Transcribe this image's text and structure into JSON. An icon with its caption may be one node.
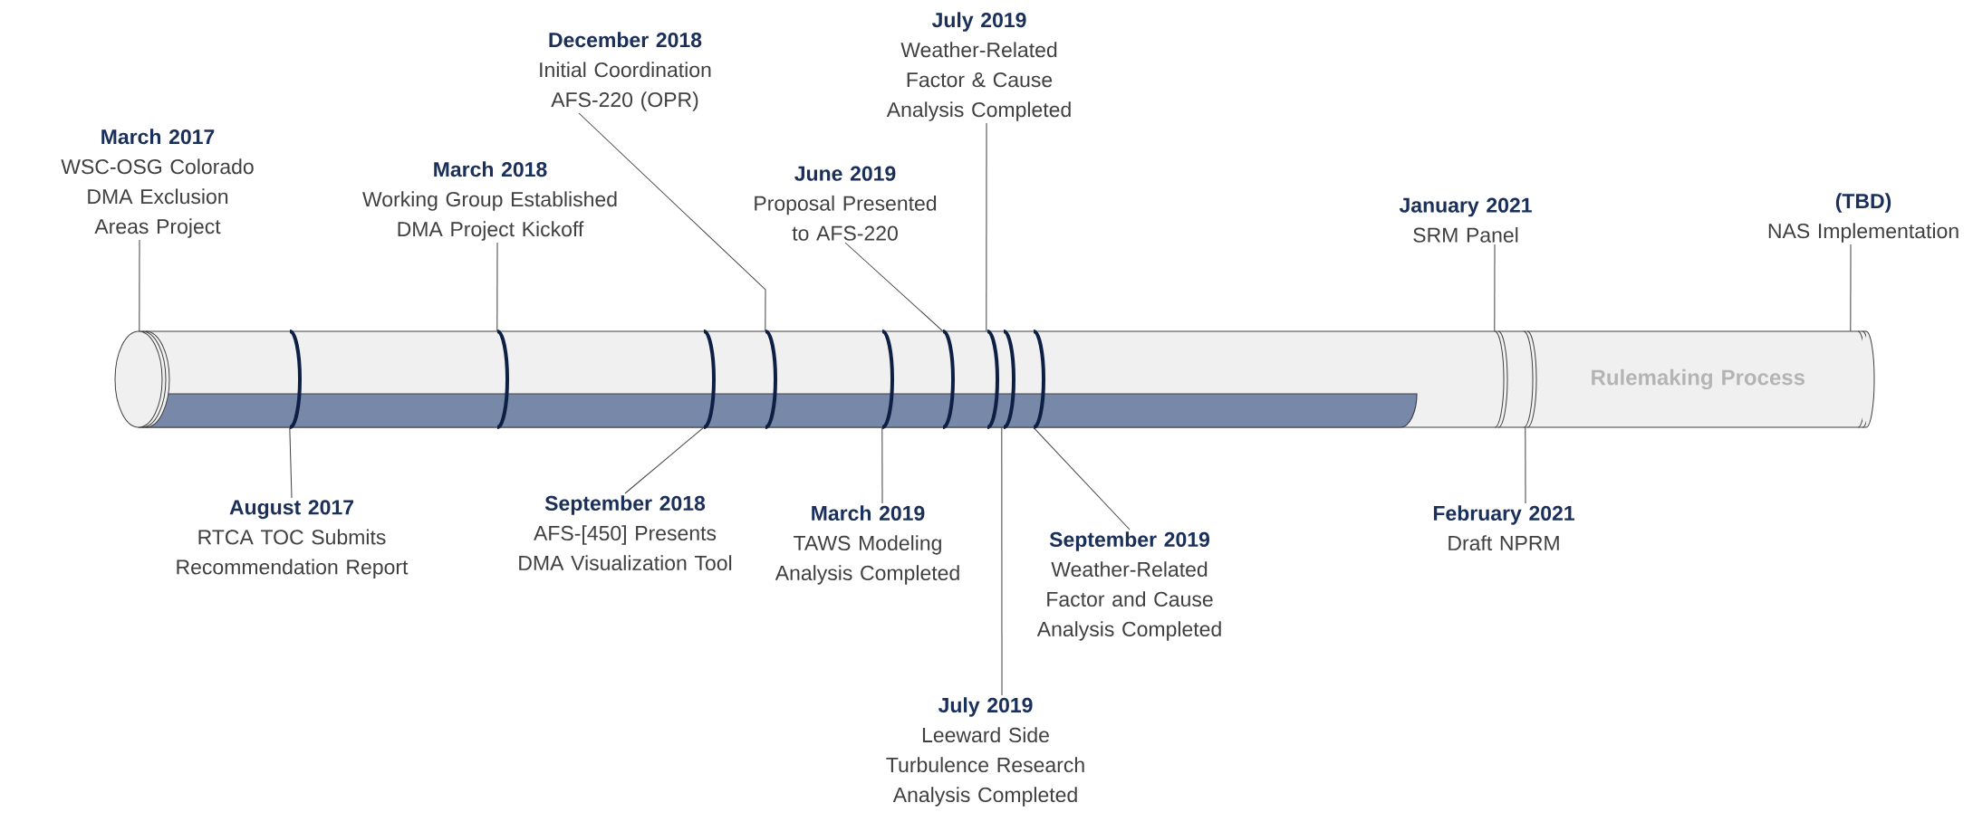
{
  "diagram": {
    "nodes": [
      {
        "text": [
          "Rulemaking Process"
        ]
      },
      {
        "text": [
          "March 2017",
          "WSC-OSG Colorado DMA Exclusion Areas Project"
        ]
      },
      {
        "text": [
          "August 2017",
          "RTCA TOC Submits Recommendation Report"
        ]
      },
      {
        "text": [
          "March 2018",
          "Working Group Established DMA Project Kickoff"
        ]
      },
      {
        "text": [
          "September 2018",
          "AFS-[450] Presents DMA Visualization Tool"
        ]
      },
      {
        "text": [
          "December 2018",
          "Initial Coordination AFS-220 (OPR)"
        ]
      },
      {
        "text": [
          "March 2019",
          "TAWS Modeling Analysis Completed"
        ]
      },
      {
        "text": [
          "June 2019",
          "Proposal Presented to AFS-220"
        ]
      },
      {
        "text": [
          "July 2019",
          "Weather-Related Factor & Cause Analysis Completed"
        ]
      },
      {
        "text": [
          "September 2019",
          "Weather-Related Factor and Cause Analysis Completed"
        ]
      },
      {
        "text": [
          "July 2019",
          "Leeward Side Turbulence Research Analysis Completed"
        ]
      },
      {
        "text": [
          "January 2021",
          "SRM Panel"
        ]
      },
      {
        "text": [
          "February 2021",
          "Draft NPRM"
        ]
      },
      {
        "text": [
          "(TBD)",
          "NAS Implementation"
        ]
      }
    ],
    "edges": [
      {
        "from": 1,
        "to": 0,
        "arrow": "none"
      },
      {
        "from": 2,
        "to": 0,
        "arrow": "none"
      },
      {
        "from": 3,
        "to": 0,
        "arrow": "none"
      },
      {
        "from": 4,
        "to": 0,
        "arrow": "none"
      },
      {
        "from": 5,
        "to": 0,
        "arrow": "none"
      },
      {
        "from": 6,
        "to": 0,
        "arrow": "none"
      },
      {
        "from": 7,
        "to": 0,
        "arrow": "none"
      },
      {
        "from": 8,
        "to": 0,
        "arrow": "none"
      },
      {
        "from": 9,
        "to": 0,
        "arrow": "none"
      },
      {
        "from": 10,
        "to": 0,
        "arrow": "none"
      },
      {
        "from": 11,
        "to": 0,
        "arrow": "none"
      },
      {
        "from": 12,
        "to": 0,
        "arrow": "none"
      },
      {
        "from": 13,
        "to": 0,
        "arrow": "none"
      }
    ]
  }
}
